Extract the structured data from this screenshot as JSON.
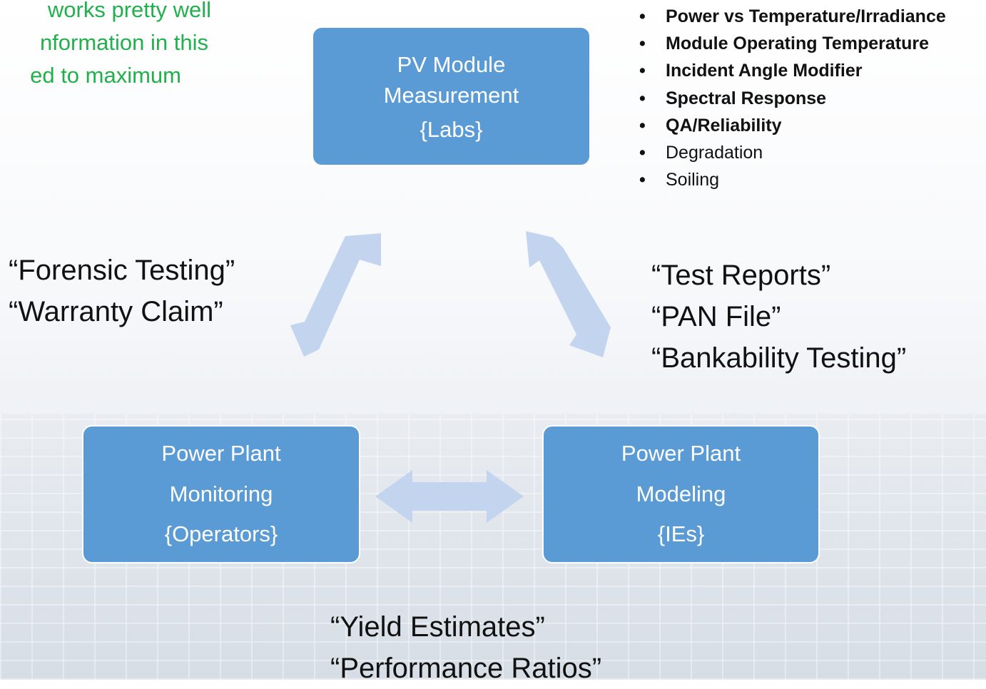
{
  "top_note": {
    "lines": [
      "works pretty well",
      "nformation in this",
      "ed to maximum"
    ],
    "color": "#22b04c"
  },
  "boxes": {
    "top": {
      "title1": "PV Module",
      "title2": "Measurement",
      "tag": "{Labs}"
    },
    "bottom_left": {
      "title1": "Power Plant",
      "title2": "Monitoring",
      "tag": "{Operators}"
    },
    "bottom_right": {
      "title1": "Power Plant",
      "title2": "Modeling",
      "tag": "{IEs}"
    },
    "fill_color": "#5b9bd5"
  },
  "bullets": [
    {
      "text": "Power vs Temperature/Irradiance",
      "bold": true
    },
    {
      "text": "Module Operating Temperature",
      "bold": true
    },
    {
      "text": "Incident Angle Modifier",
      "bold": true
    },
    {
      "text": "Spectral Response",
      "bold": true
    },
    {
      "text": "QA/Reliability",
      "bold": true
    },
    {
      "text": "Degradation",
      "bold": false
    },
    {
      "text": "Soiling",
      "bold": false
    }
  ],
  "labels": {
    "left": [
      "“Forensic Testing”",
      "“Warranty Claim”"
    ],
    "right": [
      "“Test Reports”",
      "“PAN File”",
      "“Bankability Testing”"
    ],
    "bottom": [
      "“Yield Estimates”",
      "“Performance Ratios”"
    ]
  },
  "arrow_color": "#c3d5ee"
}
